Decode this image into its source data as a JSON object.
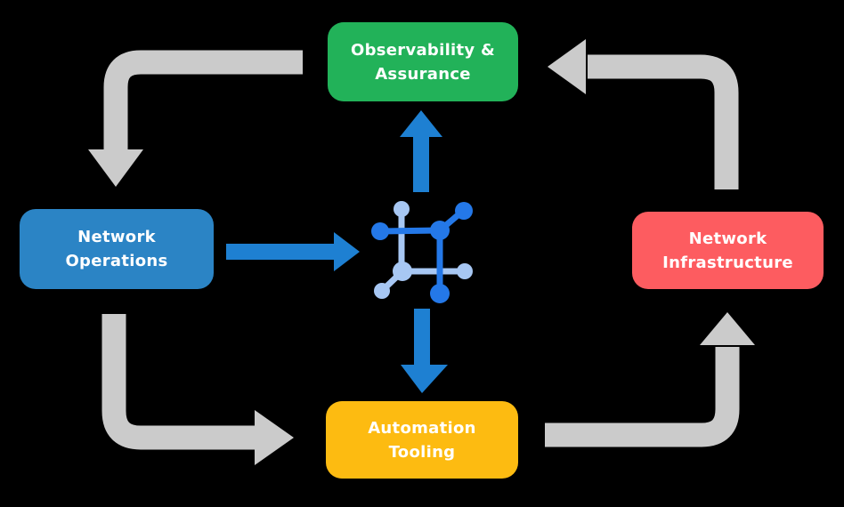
{
  "colors": {
    "background": "#000000",
    "arrow-gray": "#cbcbcb",
    "arrow-blue": "#1e80d2",
    "icon-bright-blue": "#2478e8",
    "icon-light-blue": "#a7c7f3",
    "node-green": "#22b259",
    "node-blue": "#2b84c5",
    "node-red": "#fd5c60",
    "node-yellow": "#fdbb11",
    "node-text": "#ffffff"
  },
  "nodes": {
    "observability": {
      "label": "Observability &\nAssurance",
      "color_key": "node-green"
    },
    "operations": {
      "label": "Network\nOperations",
      "color_key": "node-blue"
    },
    "infrastructure": {
      "label": "Network\nInfrastructure",
      "color_key": "node-red"
    },
    "automation": {
      "label": "Automation\nTooling",
      "color_key": "node-yellow"
    }
  },
  "center_icon": {
    "name": "network-mesh-icon"
  },
  "flows": {
    "outer_cycle_gray": [
      {
        "from": "observability",
        "to": "operations"
      },
      {
        "from": "operations",
        "to": "automation"
      },
      {
        "from": "automation",
        "to": "infrastructure"
      },
      {
        "from": "infrastructure",
        "to": "observability"
      }
    ],
    "center_blue": [
      {
        "from": "operations",
        "to": "center-icon"
      },
      {
        "from": "center-icon",
        "to": "observability"
      },
      {
        "from": "center-icon",
        "to": "automation"
      }
    ]
  }
}
